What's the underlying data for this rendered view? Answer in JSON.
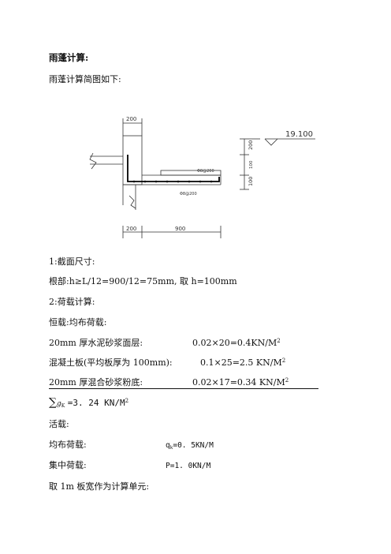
{
  "heading": "雨蓬计算:",
  "intro": "雨蓬计算简图如下:",
  "drawing": {
    "dims": {
      "top_width": "200",
      "bottom_left": "200",
      "bottom_span": "900",
      "right_upper": "200",
      "right_lower": "100",
      "right_mid": "100"
    },
    "rebar_top": "Φ8@200",
    "rebar_bottom": "Φ8@200",
    "elevation": "19.100"
  },
  "sections": [
    {
      "id": "s1",
      "title": "1:截面尺寸:"
    },
    {
      "id": "s2",
      "title": "2:荷载计算:"
    }
  ],
  "section_size_text": "根部:h≥L/12=900/12=75mm, 取 h=100mm",
  "dead_load_title": "恒载:均布荷载:",
  "dead_load_rows": [
    {
      "item": "20mm 厚水泥砂浆面层:",
      "calc": "0.02×20=0.4KN/M",
      "sup": "2"
    },
    {
      "item": "混凝土板(平均板厚为 100mm):",
      "calc": "0.1×25=2.5 KN/M",
      "sup": "2"
    },
    {
      "item": "20mm 厚混合砂浆粉底:",
      "calc": "0.02×17=0.34 KN/M",
      "sup": "2"
    }
  ],
  "sum_symbol": "∑",
  "sum_var": "g",
  "sum_sub": "K",
  "sum_value": "=3. 24 KN/M",
  "sum_sup": "2",
  "live_load_title": "活载:",
  "live_rows": [
    {
      "item": "均布荷载:",
      "calc_prefix": "q",
      "calc_sub": "k",
      "calc_rest": "=0. 5KN/M"
    },
    {
      "item": "集中荷载:",
      "calc_prefix": "P=1. 0KN/M",
      "calc_sub": "",
      "calc_rest": ""
    }
  ],
  "unit_note": "取 1m 板宽作为计算单元:"
}
